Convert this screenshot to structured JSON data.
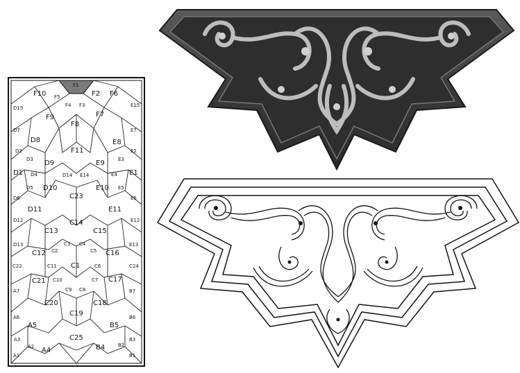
{
  "plan": {
    "labels": [
      "F1",
      "F10",
      "F5",
      "F2",
      "F6",
      "D15",
      "F4",
      "F3",
      "E15",
      "F9",
      "F7",
      "D7",
      "F8",
      "E7",
      "D8",
      "E8",
      "D2",
      "F11",
      "E2",
      "D3",
      "D9",
      "E9",
      "E3",
      "D1",
      "D4",
      "D14",
      "E14",
      "E4",
      "E1",
      "D5",
      "D10",
      "E10",
      "E5",
      "D6",
      "C23",
      "E6",
      "D11",
      "E11",
      "D12",
      "E12",
      "C13",
      "C14",
      "C15",
      "D13",
      "C2",
      "C3",
      "C4",
      "C5",
      "E13",
      "C12",
      "C16",
      "C22",
      "C11",
      "C1",
      "C6",
      "C24",
      "C21",
      "C10",
      "C7",
      "C17",
      "C9",
      "C8",
      "A7",
      "B7",
      "C20",
      "C18",
      "C19",
      "A6",
      "B6",
      "A5",
      "B5",
      "A3",
      "B3",
      "A2",
      "C25",
      "B4",
      "B2",
      "A4",
      "A1",
      "B1"
    ],
    "highlight_color": "#7a7a7a"
  }
}
